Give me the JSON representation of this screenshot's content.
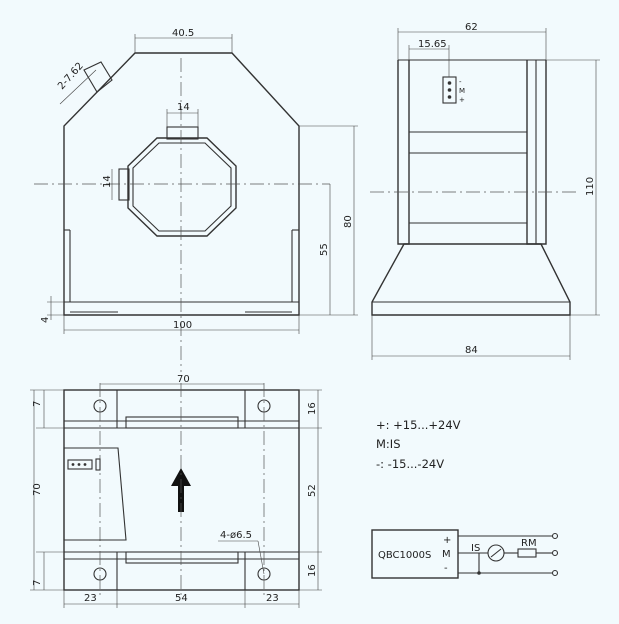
{
  "dimensions": {
    "front_window_width": "40.5",
    "front_aperture_top": "14",
    "front_aperture_side": "14",
    "front_height_80": "80",
    "front_height_55": "55",
    "front_width": "100",
    "front_base_thick": "4",
    "mount_holes": "2-7.62",
    "side_width": "62",
    "side_connector_offset": "15.65",
    "side_height": "110",
    "side_base_width": "84",
    "bottom_hole_span": "70",
    "bottom_top_band": "7",
    "bottom_height": "70",
    "bottom_bottom_band": "7",
    "bottom_right_top": "16",
    "bottom_right_mid": "52",
    "bottom_right_low": "16",
    "bottom_left_w": "23",
    "bottom_mid_w": "54",
    "bottom_right_w": "23",
    "hole_callout": "4-ø6.5"
  },
  "connector_pins": [
    "-",
    "M",
    "+"
  ],
  "notes": [
    "+: +15...+24V",
    "M:IS",
    "-: -15...-24V"
  ],
  "wiring": {
    "device_label": "QBC1000S",
    "pin_plus": "+",
    "pin_m": "M",
    "pin_minus": "-",
    "current_label": "IS",
    "resistor_label": "RM"
  },
  "colors": {
    "background": "#f2fafd",
    "line": "#333333"
  }
}
